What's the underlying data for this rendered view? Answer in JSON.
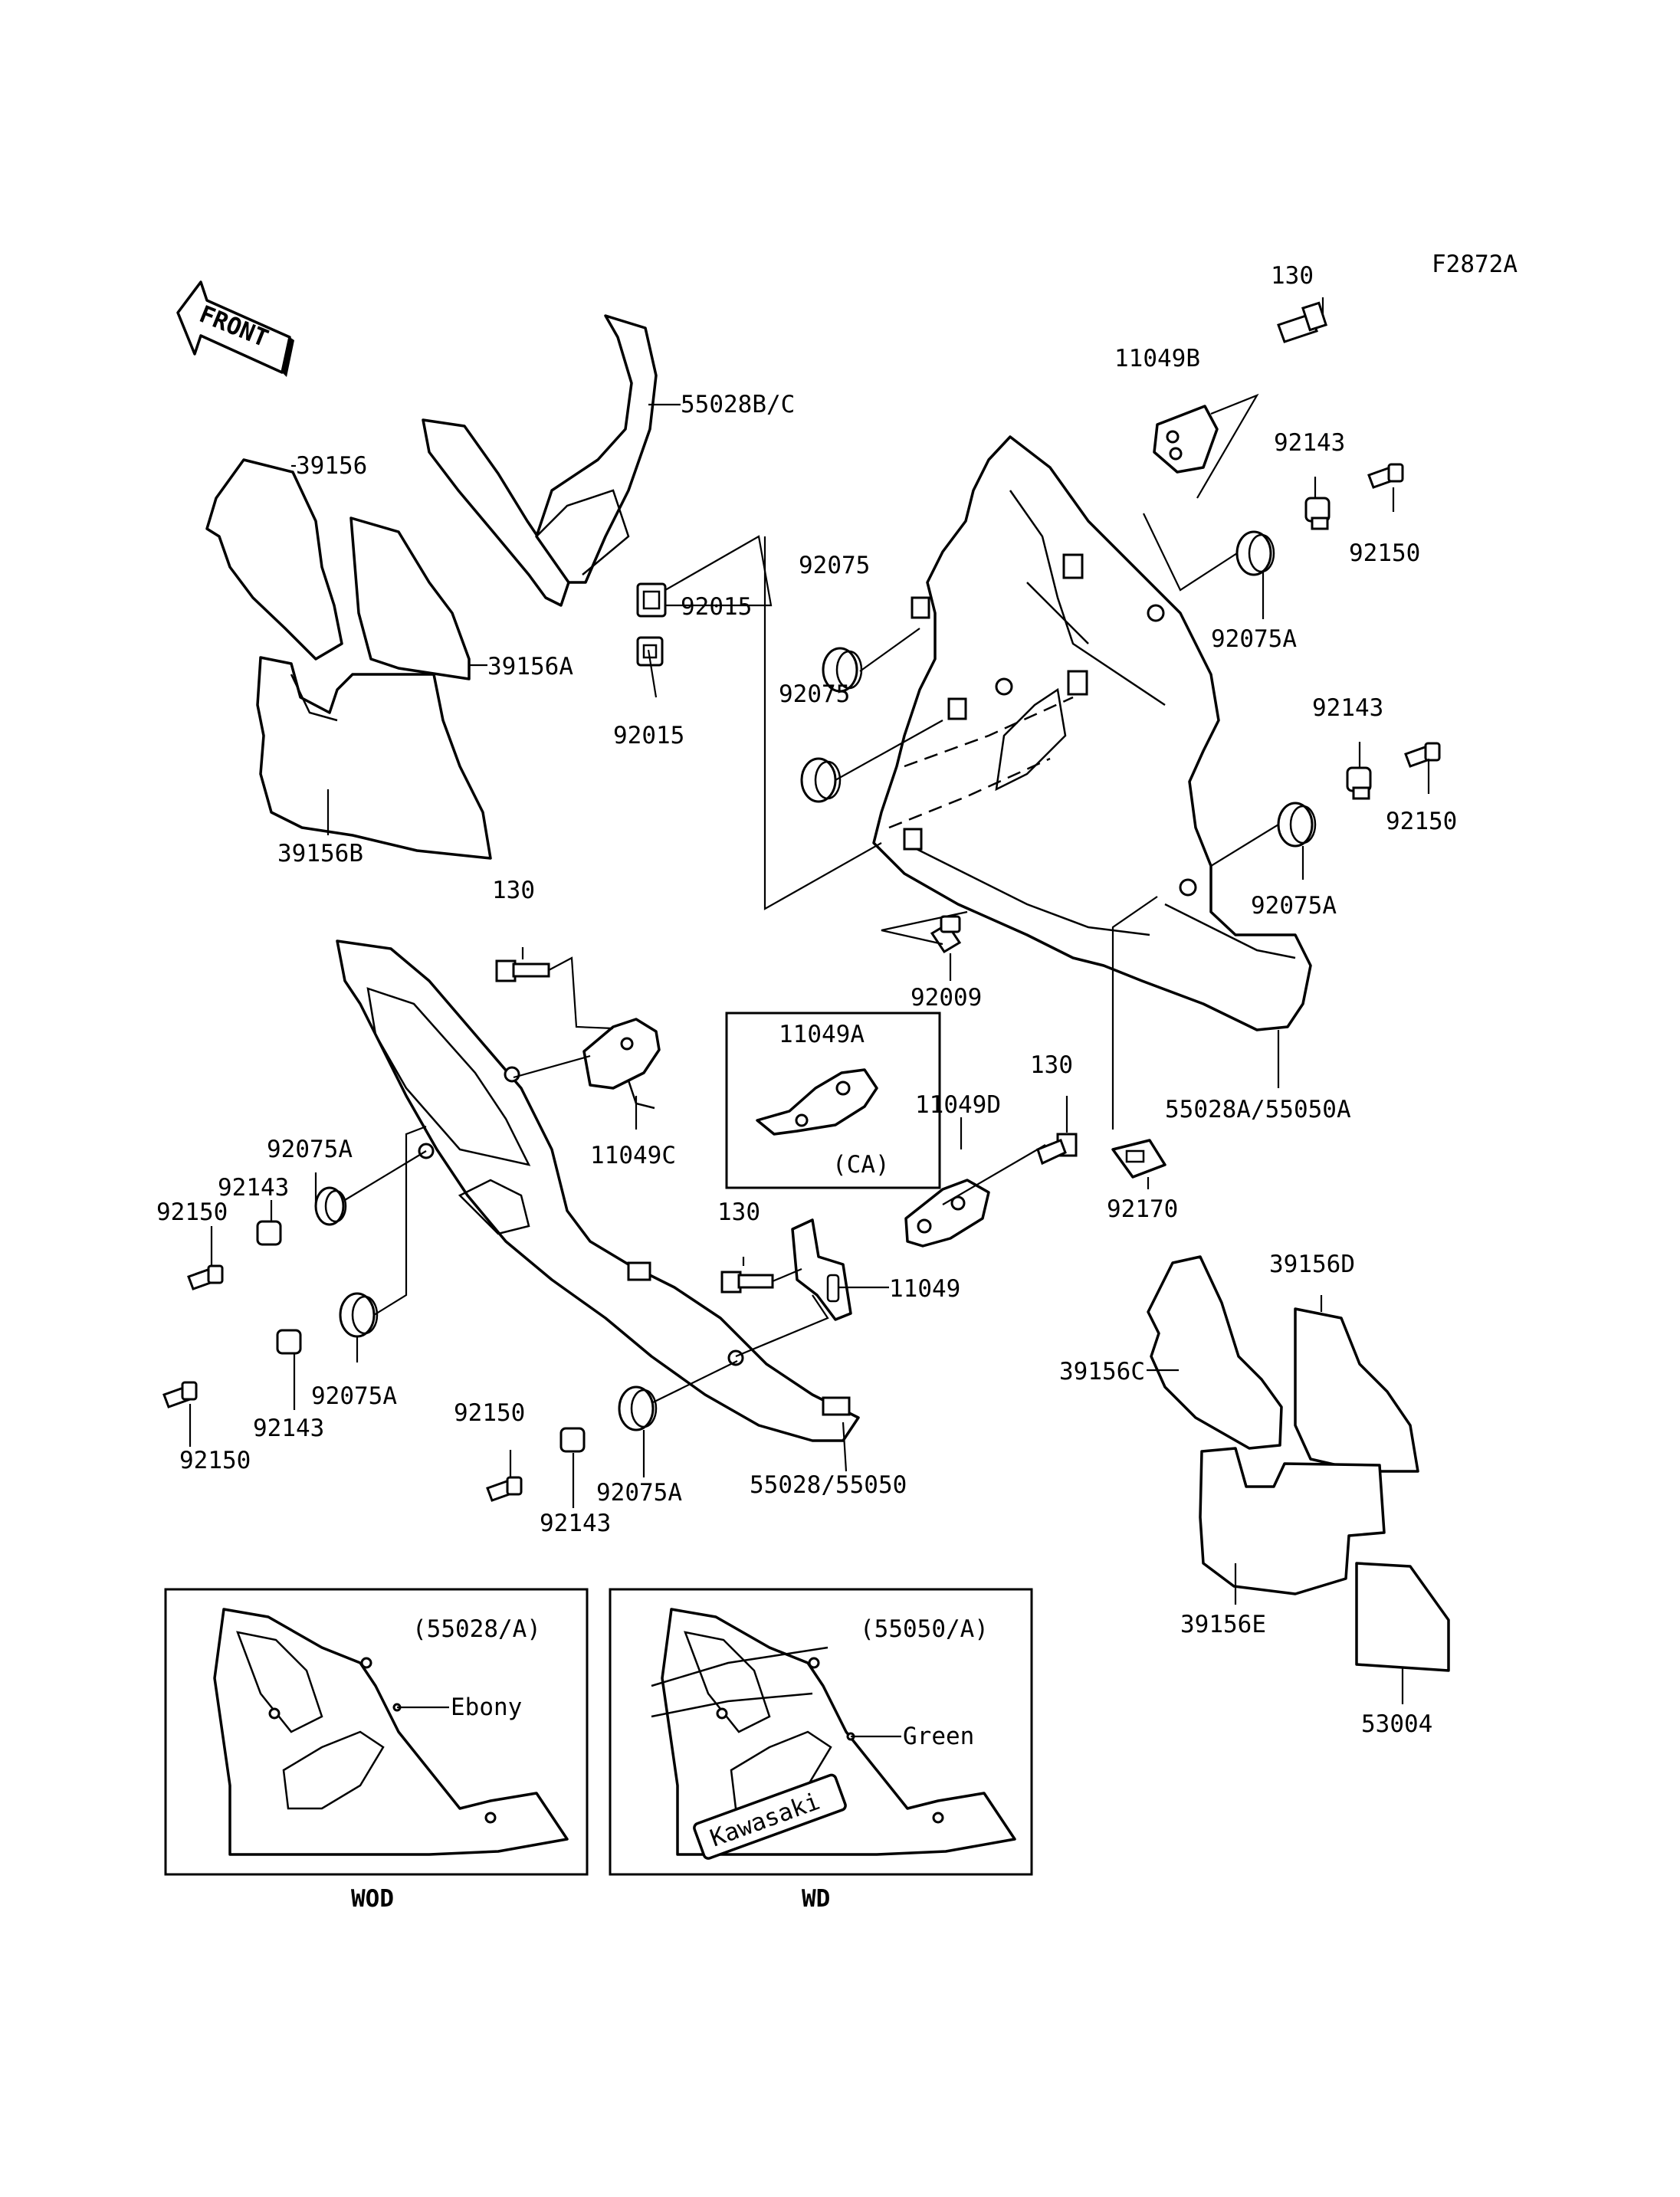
{
  "figure_code": "F2872A",
  "front_arrow": "FRONT",
  "colors": {
    "line": "#000000",
    "paper": "#ffffff"
  },
  "labels": [
    "55028B/C",
    "39156",
    "39156A",
    "39156B",
    "92015",
    "92015",
    "130",
    "11049B",
    "92143",
    "92150",
    "92075",
    "92075A",
    "92075",
    "92143",
    "92150",
    "92075A",
    "92009",
    "55028A/55050A",
    "130",
    "11049C",
    "92075A",
    "92143",
    "92150",
    "92075A",
    "92143",
    "92150",
    "92150",
    "92143",
    "92075A",
    "55028/55050",
    "130",
    "11049",
    "11049A",
    "(CA)",
    "11049D",
    "130",
    "92170",
    "39156D",
    "39156C",
    "39156E",
    "53004"
  ],
  "inset_left": {
    "code": "(55028/A)",
    "color_name": "Ebony",
    "caption": "WOD"
  },
  "inset_right": {
    "code": "(55050/A)",
    "color_name": "Green",
    "caption": "WD",
    "logo_text": "Kawasaki"
  }
}
